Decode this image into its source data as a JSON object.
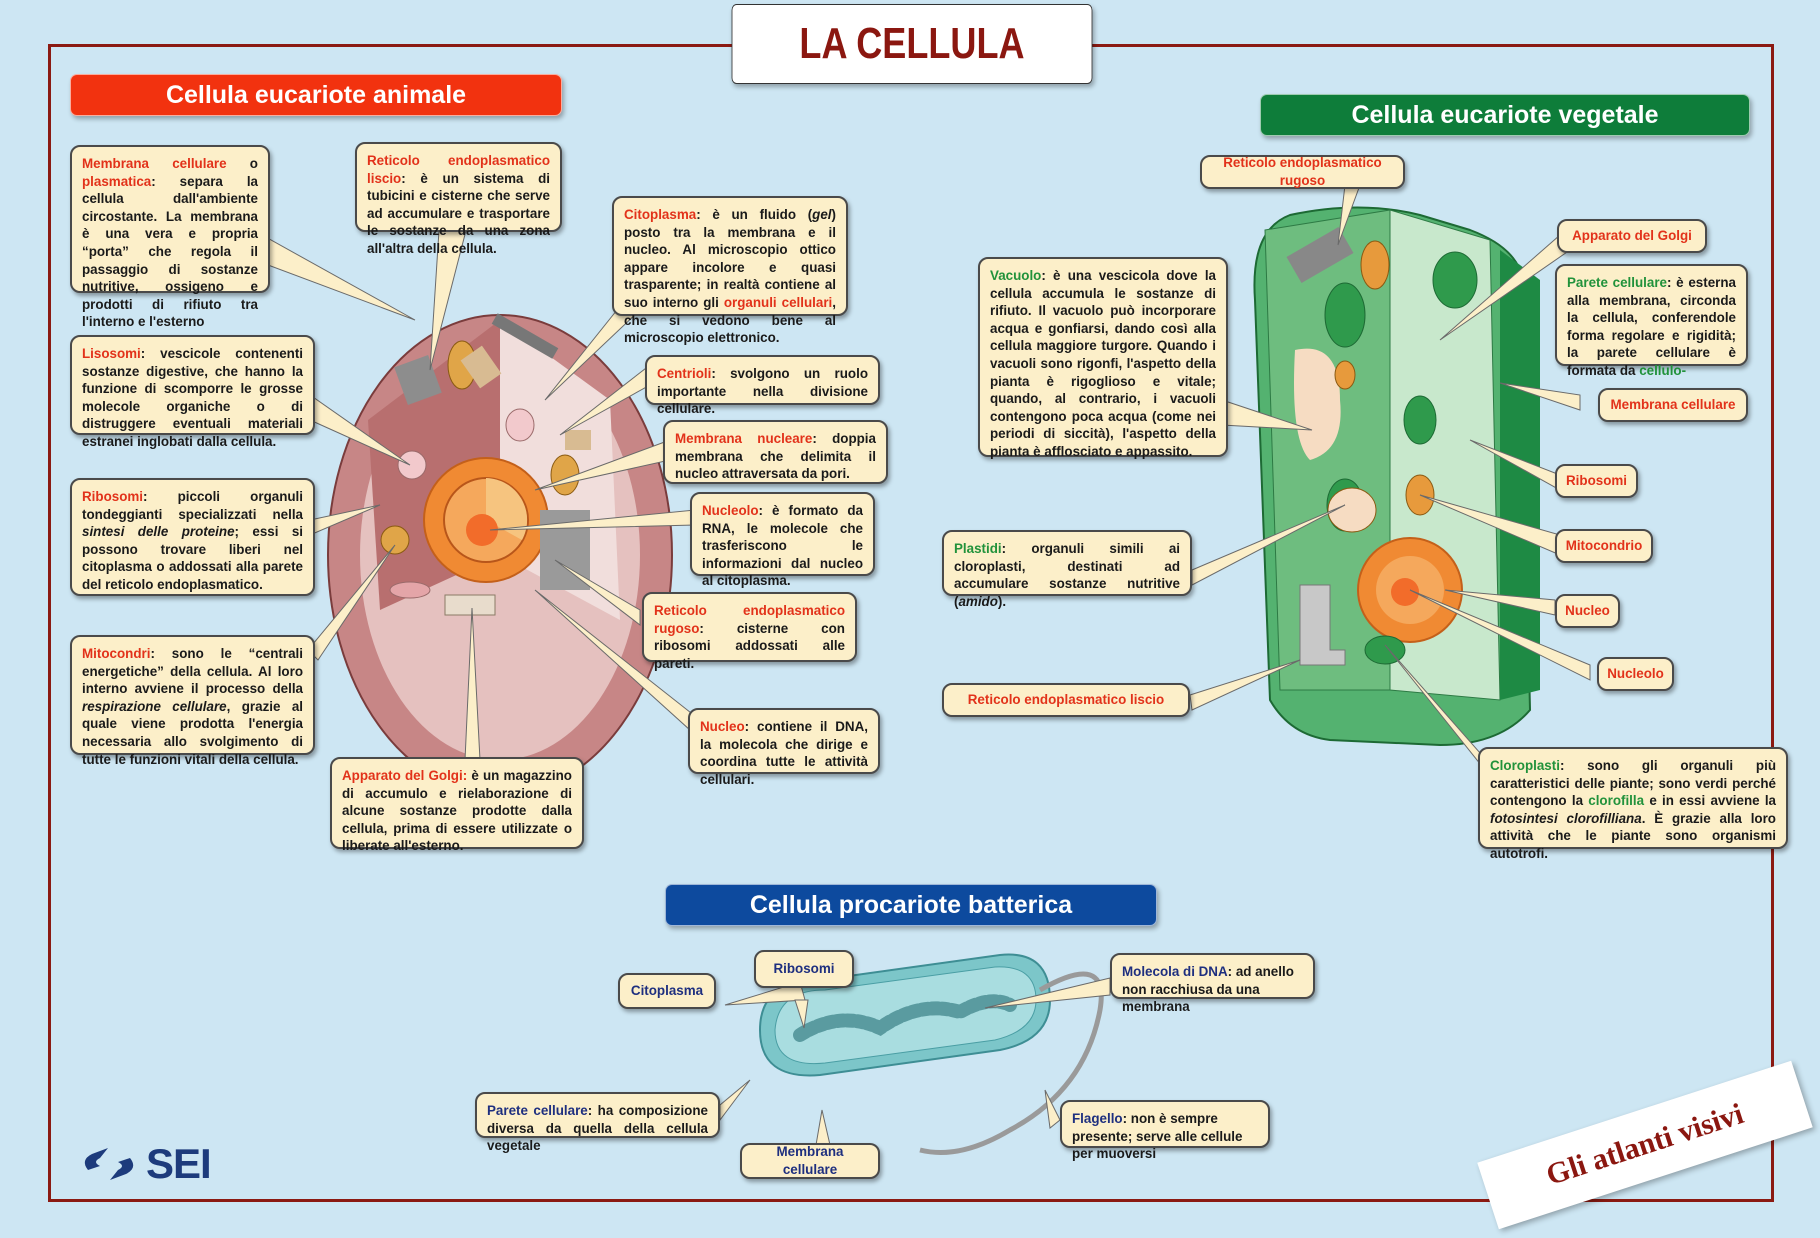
{
  "title": "LA CELLULA",
  "sections": {
    "animal": {
      "header": "Cellula eucariote animale",
      "color": "#f2320f",
      "callouts": {
        "membrana": {
          "term": "Membrana cellulare",
          "connector": " o ",
          "term2": "plasmatica",
          "text": ": separa la cellula dall'ambiente circostante. La membrana è una vera e propria “porta” che regola il passaggio di sostanze nutritive, ossigeno e prodotti di rifiuto tra l'interno e l'esterno"
        },
        "rel": {
          "term": "Reticolo endoplasmatico liscio",
          "text": ": è un sistema di tubicini e cisterne che serve ad accumulare e trasportare le sostanze da una zona all'altra della cellula."
        },
        "citoplasma": {
          "term": "Citoplasma",
          "text1": ": è un fluido (",
          "italic": "gel",
          "text2": ") posto tra la membrana e il nucleo. Al microscopio ottico appare incolore e quasi trasparente; in realtà contiene al suo interno gli ",
          "term2": "organuli cellulari",
          "text3": ", che si vedono bene al microscopio elettronico."
        },
        "lisosomi": {
          "term": "Lisosomi",
          "text": ": vescicole contenenti sostanze digestive, che hanno la funzione di scomporre le grosse molecole organiche o di distruggere eventuali materiali estranei inglobati dalla cellula."
        },
        "centrioli": {
          "term": "Centrioli",
          "text": ": svolgono un ruolo importante nella divisione cellulare."
        },
        "membrana_nucleare": {
          "term": "Membrana nucleare",
          "text": ": doppia membrana che delimita il nucleo attraversata da pori."
        },
        "ribosomi": {
          "term": "Ribosomi",
          "text1": ": piccoli organuli tondeggianti specializzati nella ",
          "italic": "sintesi delle proteine",
          "text2": "; essi si possono trovare liberi nel citoplasma o addossati alla parete del reticolo endoplasmatico."
        },
        "nucleolo": {
          "term": "Nucleolo",
          "text": ": è formato da RNA, le molecole che trasferiscono le informazioni dal nucleo al citoplasma."
        },
        "rer": {
          "term": "Reticolo endoplasmatico rugoso",
          "text": ": cisterne con ribosomi addossati alle pareti."
        },
        "mitocondri": {
          "term": "Mitocondri",
          "text1": ": sono le “centrali energetiche” della cellula. Al loro interno avviene il processo della ",
          "italic": "respirazione cellulare",
          "text2": ", grazie al quale viene prodotta l'energia necessaria allo svolgimento di tutte le funzioni vitali della cellula."
        },
        "nucleo": {
          "term": "Nucleo",
          "text": ": contiene il DNA, la molecola che dirige e coordina tutte le attività cellulari."
        },
        "golgi": {
          "term": "Apparato del Golgi:",
          "text": " è un magazzino di accumulo e rielaborazione di alcune sostanze prodotte dalla cellula, prima di essere utilizzate o liberate all'esterno."
        }
      }
    },
    "plant": {
      "header": "Cellula eucariote vegetale",
      "color": "#0e7d3a",
      "callouts": {
        "rer": {
          "term": "Reticolo endoplasmatico rugoso"
        },
        "golgi": {
          "term": "Apparato del Golgi"
        },
        "vacuolo": {
          "term": "Vacuolo",
          "text": ": è una vescicola dove la cellula accumula le sostanze di rifiuto. Il vacuolo può incorporare acqua e gonfiarsi, dando così alla cellula maggiore turgore. Quando i vacuoli sono rigonfi, l'aspetto della pianta è rigoglioso e vitale; quando, al contrario, i vacuoli contengono poca acqua (come nei periodi di siccità), l'aspetto della pianta è afflosciato e appassito."
        },
        "parete": {
          "term": "Parete cellulare",
          "text": ": è esterna alla membrana, circonda la cellula, conferendole forma regolare e rigidità; la parete cellulare è formata da ",
          "term2": "cellulo-"
        },
        "membrana": {
          "term": "Membrana cellulare"
        },
        "ribosomi": {
          "term": "Ribosomi"
        },
        "plastidi": {
          "term": "Plastidi",
          "text1": ": organuli simili ai cloroplasti, destinati ad accumulare sostanze nutritive (",
          "italic": "amido",
          "text2": ")."
        },
        "mitocondrio": {
          "term": "Mitocondrio"
        },
        "nucleo": {
          "term": "Nucleo"
        },
        "nucleolo": {
          "term": "Nucleolo"
        },
        "rel": {
          "term": "Reticolo endoplasmatico liscio"
        },
        "cloroplasti": {
          "term": "Cloroplasti",
          "text1": ": sono gli organuli più caratteristici delle piante; sono verdi perché contengono la ",
          "term2": "clorofilla",
          "text2": " e in essi avviene la ",
          "italic": "fotosintesi clorofilliana",
          "text3": ". È grazie alla loro attività che le piante sono organismi autotrofi."
        }
      }
    },
    "bacteria": {
      "header": "Cellula procariote batterica",
      "color": "#0d4a9e",
      "callouts": {
        "ribosomi": {
          "term": "Ribosomi"
        },
        "citoplasma": {
          "term": "Citoplasma"
        },
        "dna": {
          "term": "Molecola di DNA",
          "text": ": ad anello non racchiusa da una membrana"
        },
        "parete": {
          "term": "Parete cellulare",
          "text": ": ha composizione diversa da quella della cellula vegetale"
        },
        "flagello": {
          "term": "Flagello",
          "text": ": non è sempre presente; serve alle cellule per muoversi"
        },
        "membrana": {
          "term": "Membrana cellulare"
        }
      }
    }
  },
  "publisher": {
    "name": "SEI"
  },
  "series": "Gli atlanti visivi"
}
